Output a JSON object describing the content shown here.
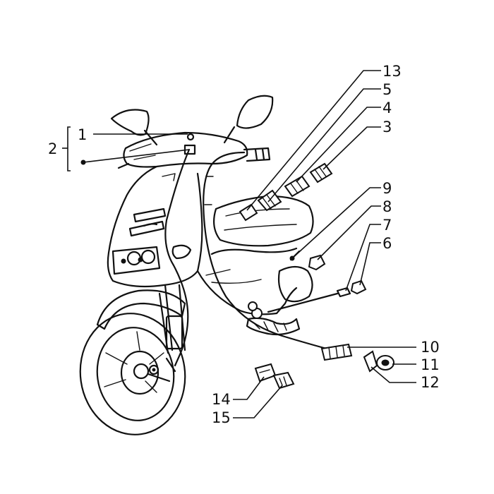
{
  "callouts": [
    {
      "id": "c13",
      "text": "13"
    },
    {
      "id": "c5",
      "text": "5"
    },
    {
      "id": "c4",
      "text": "4"
    },
    {
      "id": "c3",
      "text": "3"
    },
    {
      "id": "c1",
      "text": "1"
    },
    {
      "id": "c2",
      "text": "2"
    },
    {
      "id": "c9",
      "text": "9"
    },
    {
      "id": "c8",
      "text": "8"
    },
    {
      "id": "c7",
      "text": "7"
    },
    {
      "id": "c6",
      "text": "6"
    },
    {
      "id": "c10",
      "text": "10"
    },
    {
      "id": "c11",
      "text": "11"
    },
    {
      "id": "c12",
      "text": "12"
    },
    {
      "id": "c14",
      "text": "14"
    },
    {
      "id": "c15",
      "text": "15"
    }
  ],
  "colors": {
    "ink": "#111111",
    "paper": "#ffffff"
  }
}
